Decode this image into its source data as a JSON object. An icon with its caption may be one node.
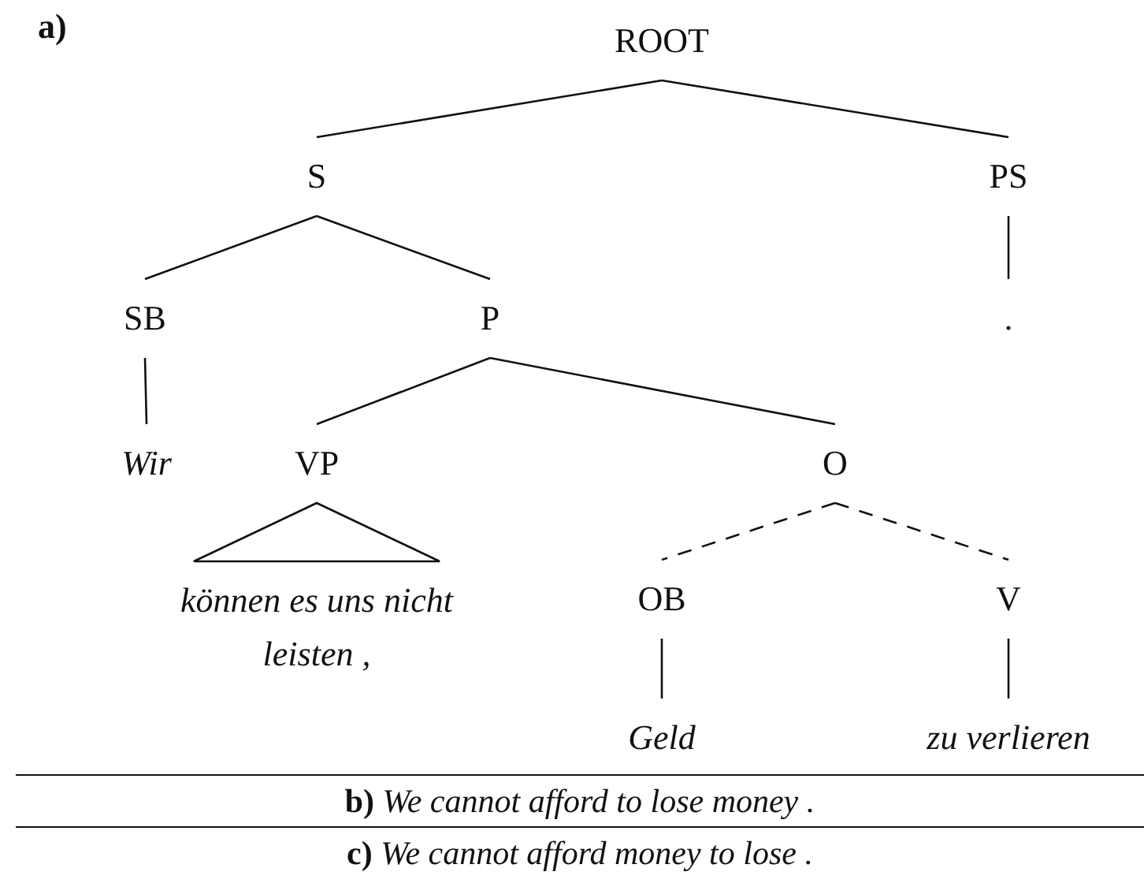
{
  "diagram": {
    "nodes": [
      {
        "text": [
          "ROOT"
        ]
      },
      {
        "text": [
          "S"
        ]
      },
      {
        "text": [
          "PS"
        ]
      },
      {
        "text": [
          "SB"
        ]
      },
      {
        "text": [
          "P"
        ]
      },
      {
        "text": [
          "."
        ]
      },
      {
        "text": [
          "Wir"
        ]
      },
      {
        "text": [
          "VP"
        ]
      },
      {
        "text": [
          "O"
        ]
      },
      {
        "text": [
          "können es uns nicht leisten ,"
        ]
      },
      {
        "text": [
          "OB"
        ]
      },
      {
        "text": [
          "V"
        ]
      },
      {
        "text": [
          "Geld"
        ]
      },
      {
        "text": [
          "zu verlieren"
        ]
      }
    ],
    "edges": [
      {
        "from": 0,
        "to": 1,
        "arrow": "none"
      },
      {
        "from": 0,
        "to": 2,
        "arrow": "none"
      },
      {
        "from": 1,
        "to": 3,
        "arrow": "none"
      },
      {
        "from": 1,
        "to": 4,
        "arrow": "none"
      },
      {
        "from": 2,
        "to": 5,
        "arrow": "none"
      },
      {
        "from": 3,
        "to": 6,
        "arrow": "none"
      },
      {
        "from": 4,
        "to": 7,
        "arrow": "none"
      },
      {
        "from": 4,
        "to": 8,
        "arrow": "none"
      },
      {
        "from": 7,
        "to": 9,
        "arrow": "none"
      },
      {
        "from": 8,
        "to": 10,
        "arrow": "none",
        "style": "dashed"
      },
      {
        "from": 8,
        "to": 11,
        "arrow": "none",
        "style": "dashed"
      },
      {
        "from": 10,
        "to": 12,
        "arrow": "none"
      },
      {
        "from": 11,
        "to": 13,
        "arrow": "none"
      }
    ],
    "labels": [
      "a)",
      "**b)** *We cannot afford to lose money .*",
      "**c)** *We cannot afford money to lose .*"
    ]
  }
}
